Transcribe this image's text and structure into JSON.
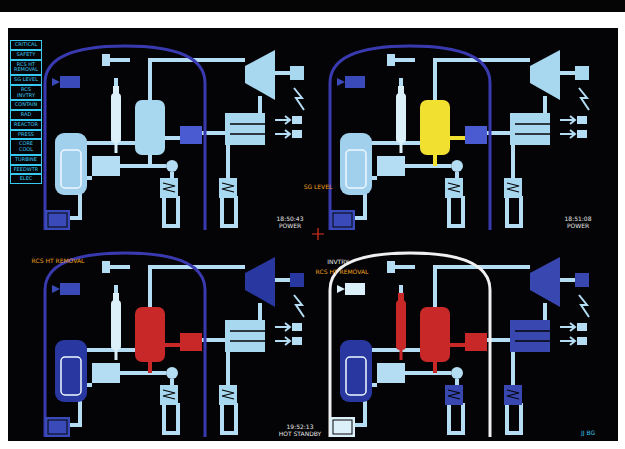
{
  "diagram": {
    "nodes": [
      {
        "text": [
          "CRITICAL"
        ]
      },
      {
        "text": [
          "SAFETY"
        ]
      },
      {
        "text": [
          "RCS HT REMOVAL"
        ]
      },
      {
        "text": [
          "SG LEVEL"
        ]
      },
      {
        "text": [
          "RCS INVTRY"
        ]
      },
      {
        "text": [
          "CONTAIN"
        ]
      },
      {
        "text": [
          "RAD"
        ]
      },
      {
        "text": [
          "REACTOR"
        ]
      },
      {
        "text": [
          "PRESS"
        ]
      },
      {
        "text": [
          "CORE COOL"
        ]
      },
      {
        "text": [
          "TURBINE"
        ]
      },
      {
        "text": [
          "FEEDWTR"
        ]
      },
      {
        "text": [
          "ELEC"
        ]
      }
    ],
    "labels": [
      "SG LEVEL",
      "18:50:43",
      "POWER",
      "18:51:08",
      "POWER",
      "RCS HT REMOVAL",
      "19:52:13",
      "HOT STANDBY",
      "INVTRY",
      "RCS HT REMOVAL",
      "JJ BG"
    ]
  }
}
